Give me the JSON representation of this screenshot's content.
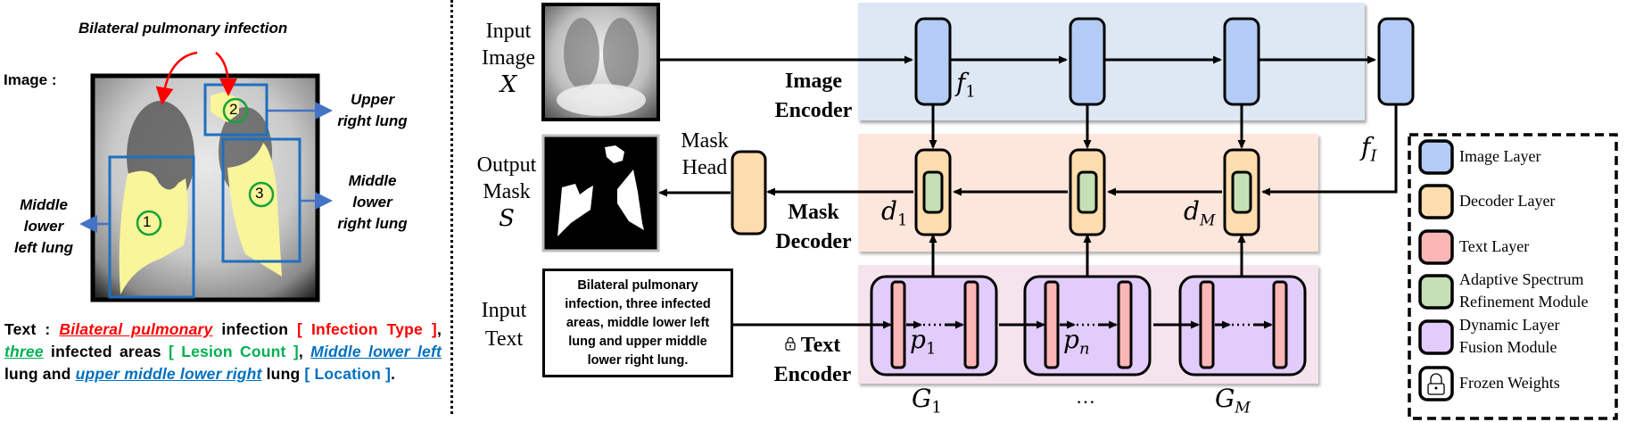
{
  "left_panel": {
    "infection_caption": "Bilateral pulmonary infection",
    "image_label": "Image :",
    "regions": [
      {
        "number": "1",
        "label_lines": [
          "Middle",
          "lower",
          "left lung"
        ]
      },
      {
        "number": "2",
        "label_lines": [
          "Upper",
          "right lung"
        ]
      },
      {
        "number": "3",
        "label_lines": [
          "Middle",
          "lower",
          "right lung"
        ]
      }
    ],
    "text_prefix": "Text :",
    "text_segments": [
      {
        "text": "Bilateral pulmonary",
        "style": "red-italic-underline"
      },
      {
        "text": " infection ",
        "style": "plain"
      },
      {
        "text": "[ Infection Type ]",
        "style": "red-bold"
      },
      {
        "text": ", ",
        "style": "plain"
      },
      {
        "text": "three",
        "style": "green-italic-underline"
      },
      {
        "text": " infected areas ",
        "style": "plain"
      },
      {
        "text": "[ Lesion Count ]",
        "style": "green-bold"
      },
      {
        "text": ", ",
        "style": "plain"
      },
      {
        "text": "Middle lower left",
        "style": "blue-italic-underline"
      },
      {
        "text": " lung and ",
        "style": "plain"
      },
      {
        "text": "upper middle lower right",
        "style": "blue-italic-underline"
      },
      {
        "text": " lung ",
        "style": "plain"
      },
      {
        "text": "[ Location ]",
        "style": "blue-bold"
      },
      {
        "text": ".",
        "style": "plain"
      }
    ]
  },
  "architecture": {
    "input_image_label": [
      "Input",
      "Image"
    ],
    "input_image_var": "X",
    "output_mask_label": [
      "Output",
      "Mask"
    ],
    "output_mask_var": "S",
    "mask_head_label": [
      "Mask",
      "Head"
    ],
    "input_text_label": [
      "Input",
      "Text"
    ],
    "input_text_content": [
      "Bilateral pulmonary",
      "infection, three infected",
      "areas, middle lower left",
      "lung and upper middle",
      "lower right lung."
    ],
    "image_encoder_label": [
      "Image",
      "Encoder"
    ],
    "mask_decoder_label": [
      "Mask",
      "Decoder"
    ],
    "text_encoder_label": [
      "Text",
      "Encoder"
    ],
    "features": {
      "f1": "f",
      "f1_sub": "1",
      "fI": "f",
      "fI_sub": "I",
      "d1": "d",
      "d1_sub": "1",
      "dM": "d",
      "dM_sub": "M",
      "p1": "p",
      "p1_sub": "1",
      "pn": "p",
      "pn_sub": "n"
    },
    "groups": [
      {
        "name": "G",
        "sub": "1"
      },
      {
        "name": "…",
        "sub": ""
      },
      {
        "name": "G",
        "sub": "M"
      }
    ]
  },
  "legend": {
    "items": [
      {
        "label_lines": [
          "Image Layer"
        ],
        "color": "#b4ccf5",
        "icon": "image-layer-swatch"
      },
      {
        "label_lines": [
          "Decoder Layer"
        ],
        "color": "#fddcad",
        "icon": "decoder-layer-swatch"
      },
      {
        "label_lines": [
          "Text Layer"
        ],
        "color": "#fbb6b6",
        "icon": "text-layer-swatch"
      },
      {
        "label_lines": [
          "Adaptive Spectrum",
          "Refinement Module"
        ],
        "color": "#c6e0b6",
        "icon": "asrm-swatch"
      },
      {
        "label_lines": [
          "Dynamic Layer",
          "Fusion Module"
        ],
        "color": "#e2ccfa",
        "icon": "dlfm-swatch"
      },
      {
        "label_lines": [
          "Frozen Weights"
        ],
        "color": "#ffffff",
        "icon": "lock-icon"
      }
    ]
  },
  "colors": {
    "encoder_panel": "#dde8f4",
    "decoder_panel": "#fde6dc",
    "text_panel": "#f6e4ec",
    "image_layer": "#b4ccf5",
    "decoder_layer": "#fddcad",
    "text_layer": "#fbb6b6",
    "asrm": "#c6e0b6",
    "dlfm": "#e2ccfa",
    "red": "#ff0000",
    "green": "#00b050",
    "blue": "#0070c0",
    "region_box": "#1f6fc0",
    "circle": "#1aa23a",
    "lesion_fill": "#f8f59a"
  }
}
